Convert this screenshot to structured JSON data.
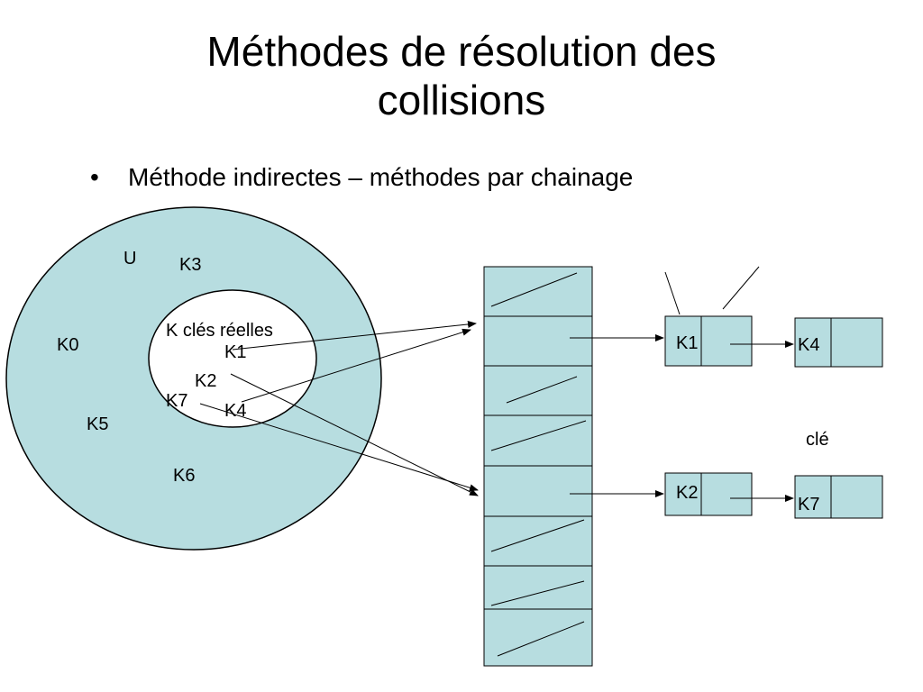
{
  "slide": {
    "title_line1": "Méthodes de résolution des",
    "title_line2": "collisions",
    "bullet_symbol": "•",
    "bullet_text": "Méthode indirectes – méthodes par chainage"
  },
  "diagram": {
    "universe_label": "U",
    "actual_keys_label": "K clés réelles",
    "universe_keys": [
      "K3",
      "K0",
      "K5",
      "K6"
    ],
    "actual_keys": [
      "K1",
      "K2",
      "K7",
      "K4"
    ],
    "key_field_label": "clé",
    "chains": [
      {
        "nodes": [
          "K1",
          "K4"
        ]
      },
      {
        "nodes": [
          "K2",
          "K7"
        ]
      }
    ],
    "colors": {
      "fill": "#b7dde0",
      "inner_fill": "#ffffff",
      "stroke": "#000000"
    }
  }
}
